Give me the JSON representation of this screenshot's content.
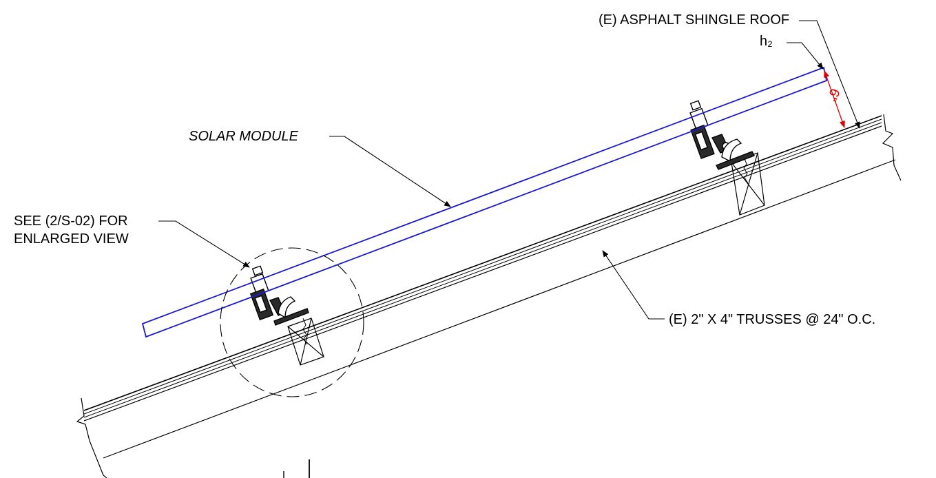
{
  "labels": {
    "roof": "(E) ASPHALT SHINGLE ROOF",
    "h2": "h₂",
    "module": "SOLAR MODULE",
    "see_line1": "SEE (2/S-02) FOR",
    "see_line2": "ENLARGED VIEW",
    "trusses": "(E) 2\" X 4\" TRUSSES @ 24\" O.C.",
    "dimension": "6\""
  },
  "colors": {
    "linework": "#000000",
    "module": "#1a1acc",
    "dimension": "#e00000"
  }
}
